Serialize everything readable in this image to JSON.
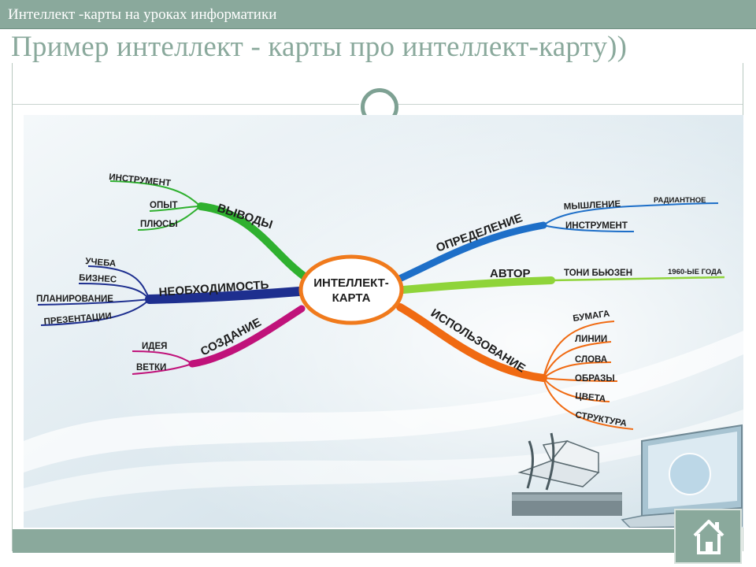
{
  "header": {
    "breadcrumb": "Интеллект -карты на уроках информатики"
  },
  "slide": {
    "title": "Пример интеллект - карты про интеллект-карту))"
  },
  "mindmap": {
    "center": {
      "line1": "ИНТЕЛЛЕКТ-",
      "line2": "КАРТА",
      "color": "#f07a1c"
    },
    "branches": {
      "vyvody": {
        "label": "ВЫВОДЫ",
        "color": "#2fb02f",
        "items": [
          "ИНСТРУМЕНТ",
          "ОПЫТ",
          "ПЛЮСЫ"
        ]
      },
      "neobhodimost": {
        "label": "НЕОБХОДИМОСТЬ",
        "color": "#1e2f8f",
        "items": [
          "УЧЕБА",
          "БИЗНЕС",
          "ПЛАНИРОВАНИЕ",
          "ПРЕЗЕНТАЦИИ"
        ]
      },
      "sozdanie": {
        "label": "СОЗДАНИЕ",
        "color": "#c0127a",
        "items": [
          "ИДЕЯ",
          "ВЕТКИ"
        ]
      },
      "opredelenie": {
        "label": "ОПРЕДЕЛЕНИЕ",
        "color": "#1e6fc8",
        "items": [
          "МЫШЛЕНИЕ",
          "ИНСТРУМЕНТ"
        ],
        "sub": "РАДИАНТНОЕ"
      },
      "avtor": {
        "label": "АВТОР",
        "color": "#8fd43a",
        "item": "ТОНИ БЬЮЗЕН",
        "sub": "1960-ЫЕ ГОДА"
      },
      "ispolzovanie": {
        "label": "ИСПОЛЬЗОВАНИЕ",
        "color": "#f06a12",
        "items": [
          "БУМАГА",
          "ЛИНИИ",
          "СЛОВА",
          "ОБРАЗЫ",
          "ЦВЕТА",
          "СТРУКТУРА"
        ]
      }
    }
  },
  "icons": {
    "ring": "circle-ring-icon",
    "home": "home-icon"
  }
}
